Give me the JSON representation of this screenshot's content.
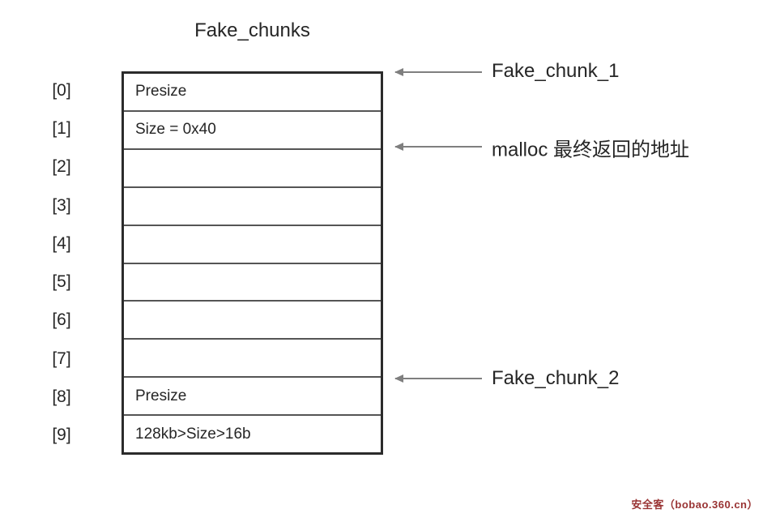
{
  "diagram": {
    "title": "Fake_chunks",
    "table": {
      "rows": [
        {
          "index": "[0]",
          "value": "Presize"
        },
        {
          "index": "[1]",
          "value": "Size = 0x40"
        },
        {
          "index": "[2]",
          "value": ""
        },
        {
          "index": "[3]",
          "value": ""
        },
        {
          "index": "[4]",
          "value": ""
        },
        {
          "index": "[5]",
          "value": ""
        },
        {
          "index": "[6]",
          "value": ""
        },
        {
          "index": "[7]",
          "value": ""
        },
        {
          "index": "[8]",
          "value": "Presize"
        },
        {
          "index": "[9]",
          "value": "128kb>Size>16b"
        }
      ]
    },
    "annotations": [
      {
        "label": "Fake_chunk_1",
        "points_to": "row-0-top"
      },
      {
        "label": "malloc 最终返回的地址",
        "points_to": "row-1-bottom"
      },
      {
        "label": "Fake_chunk_2",
        "points_to": "row-8-top"
      }
    ],
    "colors": {
      "border": "#2b2b2b",
      "divider": "#555555",
      "arrow": "#7f7f7f",
      "text": "#262626",
      "watermark": "#993333"
    }
  },
  "watermark": {
    "text": "安全客（bobao.360.cn）"
  }
}
